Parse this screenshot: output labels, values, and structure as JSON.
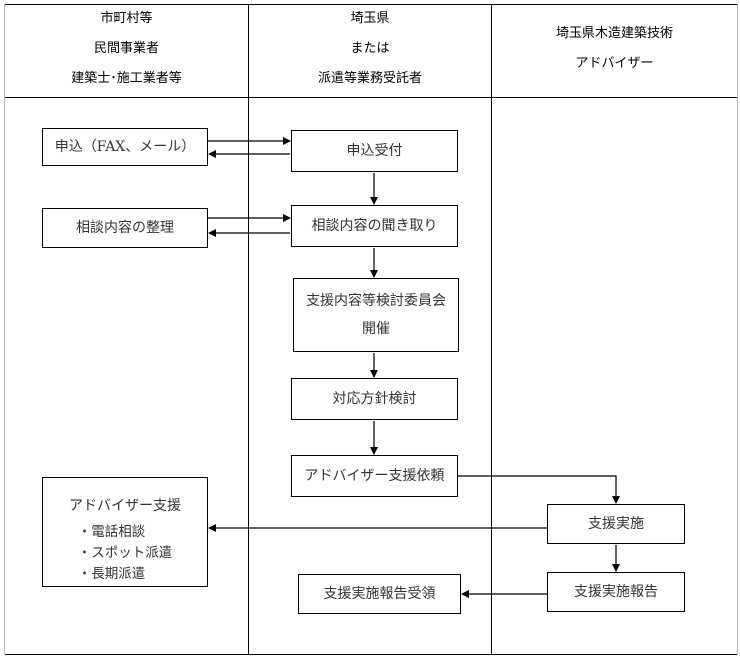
{
  "columns": [
    {
      "lines": [
        "市町村等",
        "民間事業者",
        "建築士･施工業者等"
      ]
    },
    {
      "lines": [
        "埼玉県",
        "または",
        "派遣等業務受託者"
      ]
    },
    {
      "lines": [
        "埼玉県木造建築技術",
        "アドバイザー"
      ]
    }
  ],
  "nodes": {
    "application": "申込（FAX、メール）",
    "reception": "申込受付",
    "consult_organize": "相談内容の整理",
    "consult_hearing": "相談内容の聞き取り",
    "committee": [
      "支援内容等検討委員会",
      "開催"
    ],
    "policy": "対応方針検討",
    "request": "アドバイザー支援依頼",
    "support": {
      "title": "アドバイザー支援",
      "items": [
        "・電話相談",
        "・スポット派遣",
        "・長期派遣"
      ]
    },
    "implement": "支援実施",
    "report": "支援実施報告",
    "report_received": "支援実施報告受領"
  }
}
